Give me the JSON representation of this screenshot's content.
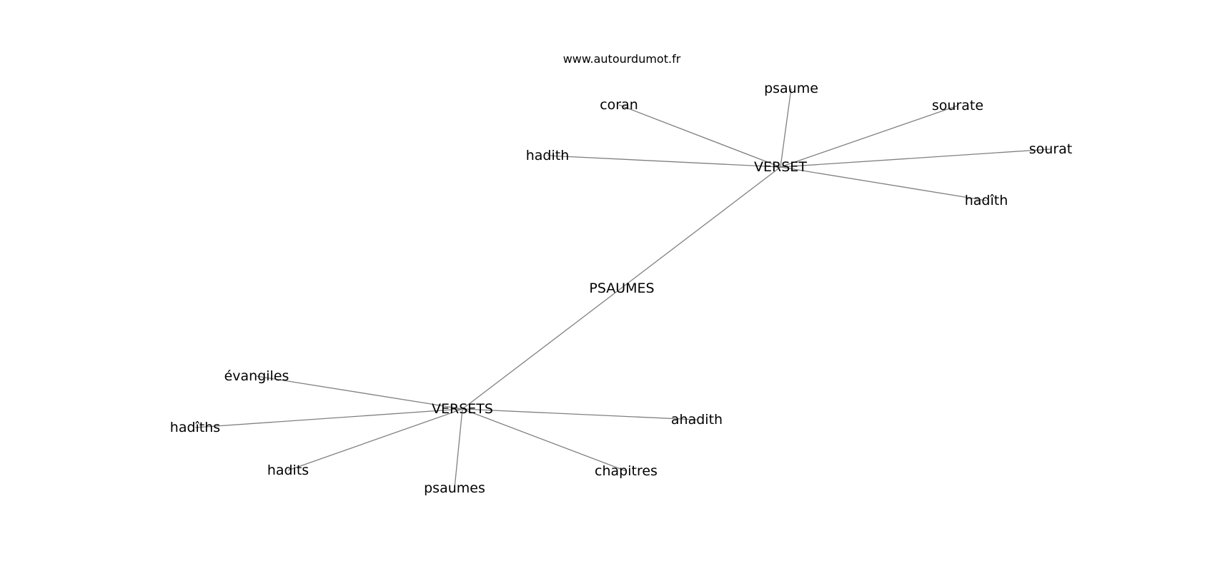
{
  "site": "www.autourdumot.fr",
  "graph": {
    "center": "PSAUMES",
    "hubs": [
      "VERSET",
      "VERSETS"
    ],
    "nodes": [
      {
        "id": "psaumes_center",
        "label": "PSAUMES"
      },
      {
        "id": "verset",
        "label": "VERSET"
      },
      {
        "id": "versets",
        "label": "VERSETS"
      },
      {
        "id": "coran",
        "label": "coran"
      },
      {
        "id": "psaume",
        "label": "psaume"
      },
      {
        "id": "sourate",
        "label": "sourate"
      },
      {
        "id": "sourat",
        "label": "sourat"
      },
      {
        "id": "hadith",
        "label": "hadith"
      },
      {
        "id": "hadith_circ",
        "label": "hadîth"
      },
      {
        "id": "evangiles",
        "label": "évangiles"
      },
      {
        "id": "hadiths_circ",
        "label": "hadîths"
      },
      {
        "id": "hadits",
        "label": "hadits"
      },
      {
        "id": "psaumes_leaf",
        "label": "psaumes"
      },
      {
        "id": "chapitres",
        "label": "chapitres"
      },
      {
        "id": "ahadith",
        "label": "ahadith"
      }
    ],
    "edges": [
      [
        "verset",
        "versets"
      ],
      [
        "verset",
        "coran"
      ],
      [
        "verset",
        "psaume"
      ],
      [
        "verset",
        "sourate"
      ],
      [
        "verset",
        "sourat"
      ],
      [
        "verset",
        "hadith"
      ],
      [
        "verset",
        "hadith_circ"
      ],
      [
        "versets",
        "evangiles"
      ],
      [
        "versets",
        "hadiths_circ"
      ],
      [
        "versets",
        "hadits"
      ],
      [
        "versets",
        "psaumes_leaf"
      ],
      [
        "versets",
        "chapitres"
      ],
      [
        "versets",
        "ahadith"
      ]
    ]
  }
}
